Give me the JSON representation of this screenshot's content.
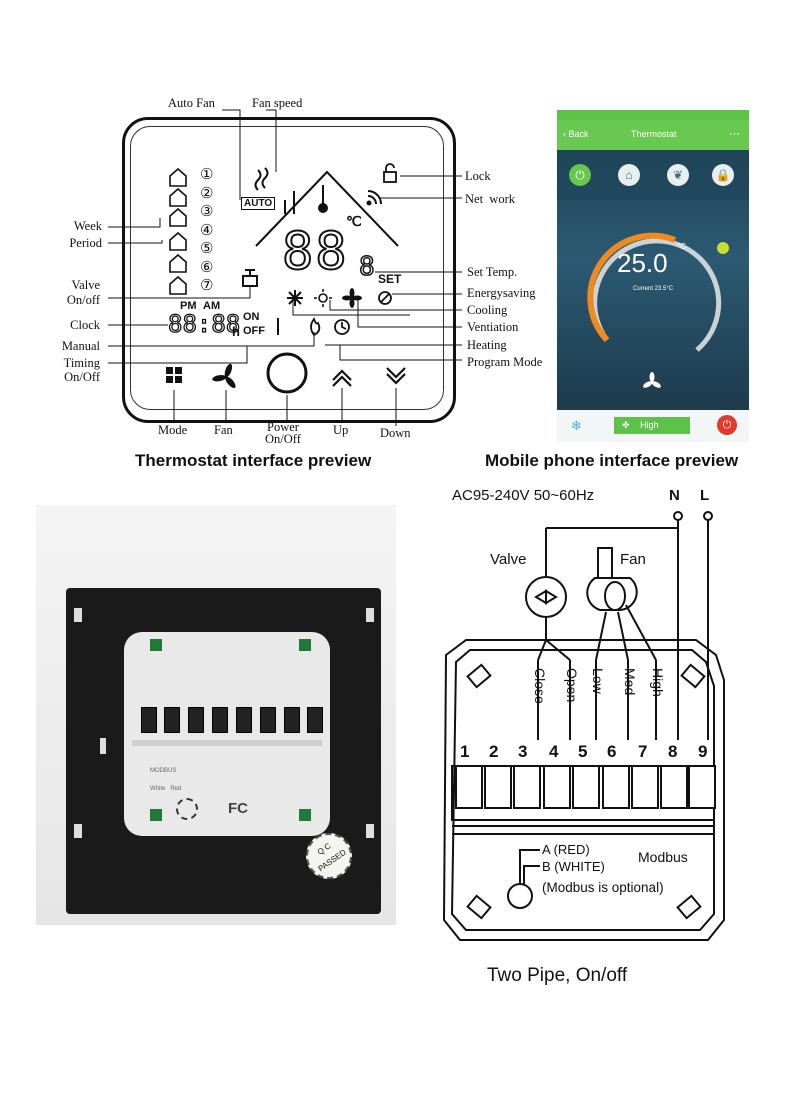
{
  "thermostat": {
    "labels": {
      "auto_fan": "Auto Fan",
      "fan_speed": "Fan speed",
      "lock": "Lock",
      "network": "Net  work",
      "week": "Week",
      "period": "Period",
      "set_temp": "Set Temp.",
      "valve": "Valve",
      "valve_onoff": "On/off",
      "energysaving": "Energysaving",
      "cooling": "Cooling",
      "ventiation": "Ventiation",
      "clock": "Clock",
      "manual": "Manual",
      "heating": "Heating",
      "timing": "Timing",
      "timing_onoff": "On/Off",
      "program_mode": "Program Mode",
      "mode": "Mode",
      "fan": "Fan",
      "power": "Power",
      "power_onoff": "On/Off",
      "up": "Up",
      "down": "Down"
    },
    "lcd": {
      "auto": "AUTO",
      "set": "SET",
      "pm": "PM",
      "am": "AM",
      "on": "ON",
      "off": "OFF",
      "hour_unit": "h",
      "celsius": "℃",
      "digits_main": "88",
      "digit_small": "8",
      "clock_digits": "88:88",
      "periods": [
        "①",
        "②",
        "③",
        "④",
        "⑤",
        "⑥",
        "⑦"
      ]
    },
    "caption": "Thermostat interface preview"
  },
  "phone": {
    "back": "Back",
    "title": "Thermostat",
    "temperature": "25.0",
    "unit": "°C",
    "current": "Current 23.5°C",
    "fan_mode": "High",
    "caption": "Mobile phone interface preview"
  },
  "back_panel": {
    "qc_top": "Q C",
    "qc_bottom": "PASSED",
    "fcc": "FC",
    "silk_left_1": "MODBUS",
    "silk_left_2": "White   Red"
  },
  "wiring": {
    "supply": "AC95-240V  50~60Hz",
    "n": "N",
    "l": "L",
    "valve": "Valve",
    "fan": "Fan",
    "wires": [
      "Close",
      "Open",
      "Low",
      "Med",
      "High"
    ],
    "terminals": [
      "1",
      "2",
      "3",
      "4",
      "5",
      "6",
      "7",
      "8",
      "9"
    ],
    "modbus_a": "A (RED)",
    "modbus_b": "B (WHITE)",
    "modbus": "Modbus",
    "modbus_note": "(Modbus is optional)",
    "caption": "Two Pipe, On/off"
  }
}
